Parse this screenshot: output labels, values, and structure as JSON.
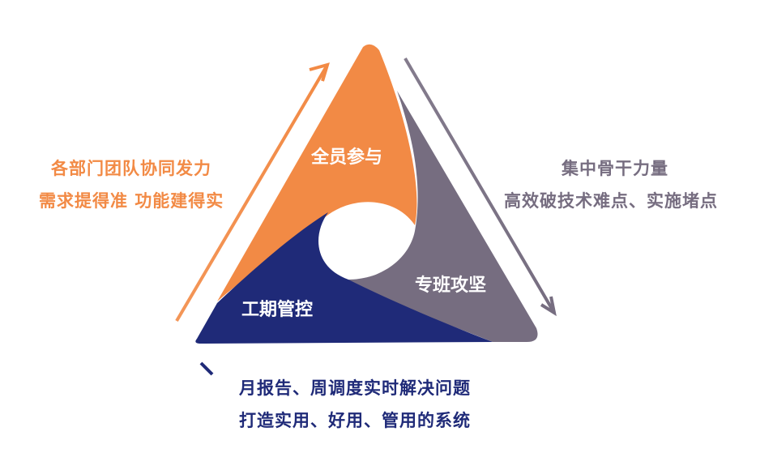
{
  "colors": {
    "orange": "#f28a45",
    "gray": "#766d80",
    "navy": "#1f2a78"
  },
  "segments": {
    "top": "全员参与",
    "right": "专班攻坚",
    "left": "工期管控"
  },
  "captions": {
    "left": [
      "各部门团队协同发力",
      "需求提得准 功能建得实"
    ],
    "right": [
      "集中骨干力量",
      "高效破技术难点、实施堵点"
    ],
    "bottom": [
      "月报告、周调度实时解决问题",
      "打造实用、好用、管用的系统"
    ]
  }
}
